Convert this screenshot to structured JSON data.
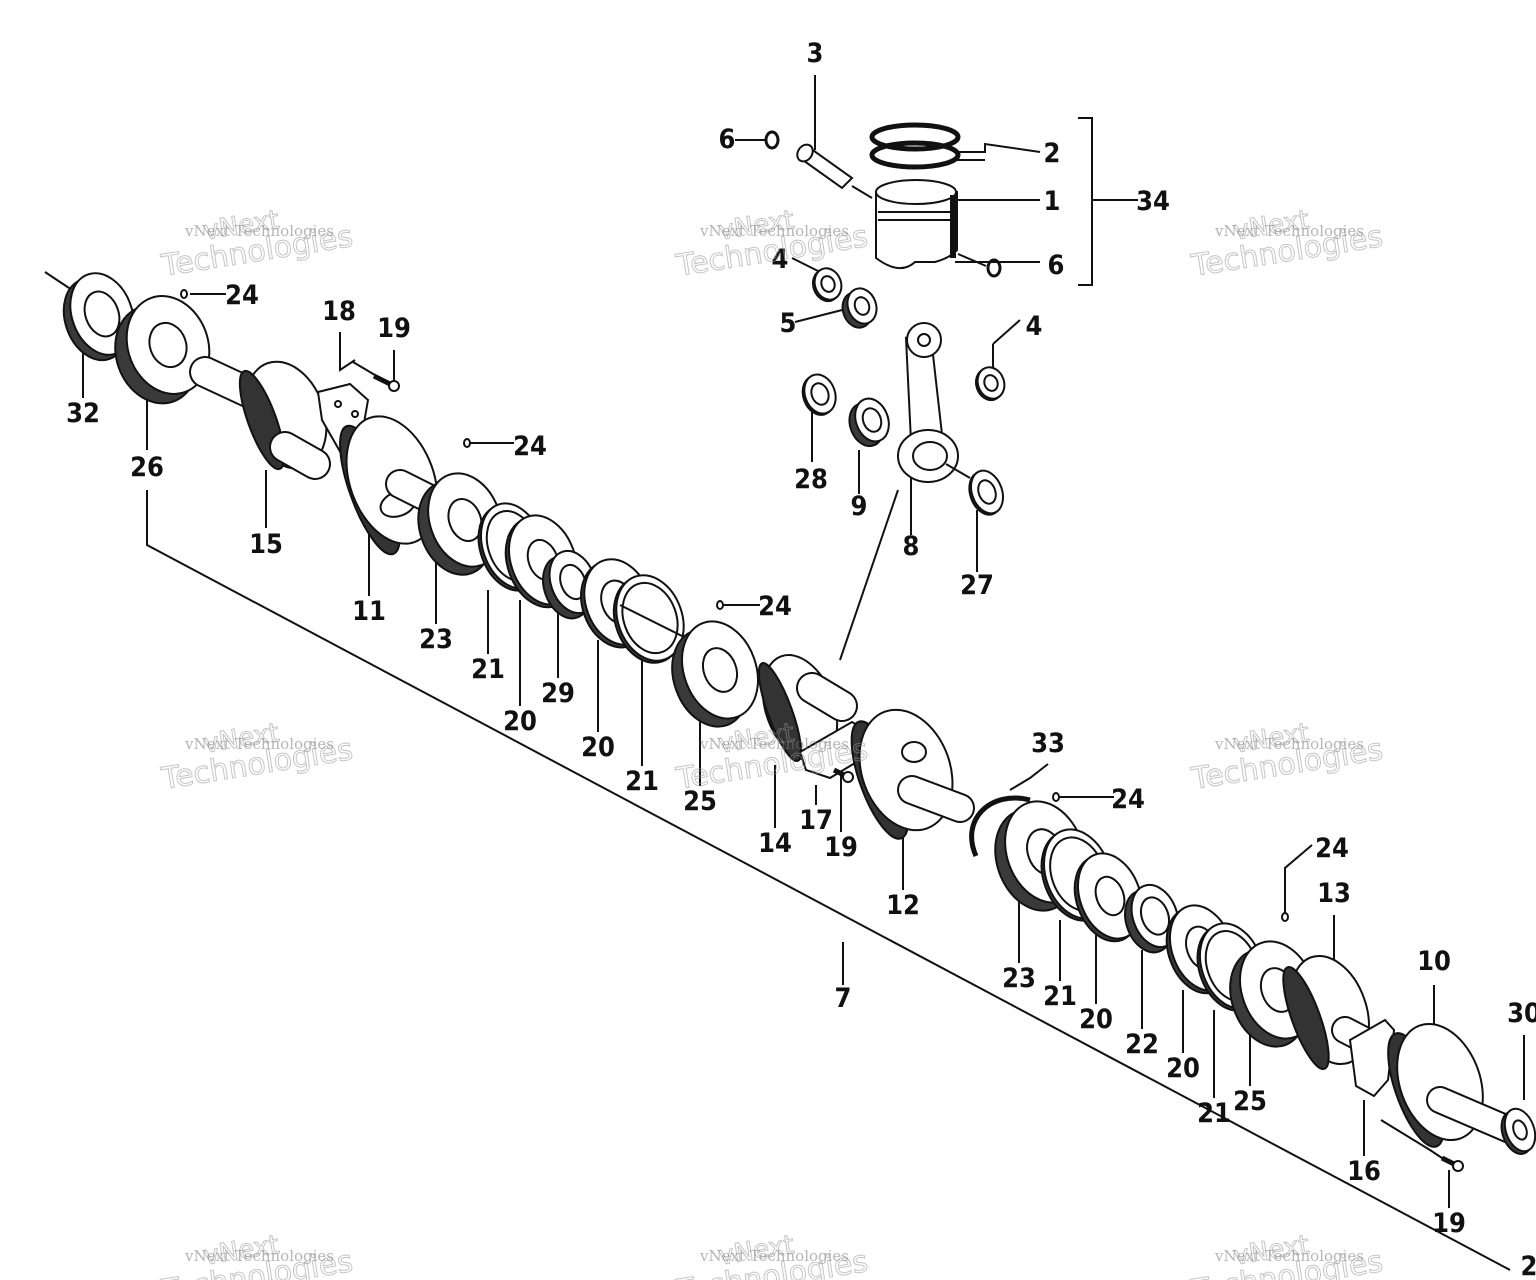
{
  "watermark": {
    "brand": "vNext",
    "line": "vNext Technologies",
    "word": "Technologies"
  },
  "callouts": [
    "1",
    "2",
    "3",
    "4",
    "4",
    "5",
    "6",
    "6",
    "7",
    "8",
    "9",
    "10",
    "11",
    "12",
    "13",
    "14",
    "15",
    "16",
    "17",
    "18",
    "19",
    "19",
    "19",
    "20",
    "20",
    "20",
    "20",
    "21",
    "21",
    "21",
    "21",
    "22",
    "23",
    "23",
    "24",
    "24",
    "24",
    "24",
    "24",
    "25",
    "25",
    "26",
    "27",
    "28",
    "29",
    "30",
    "32",
    "33",
    "34",
    "2"
  ]
}
